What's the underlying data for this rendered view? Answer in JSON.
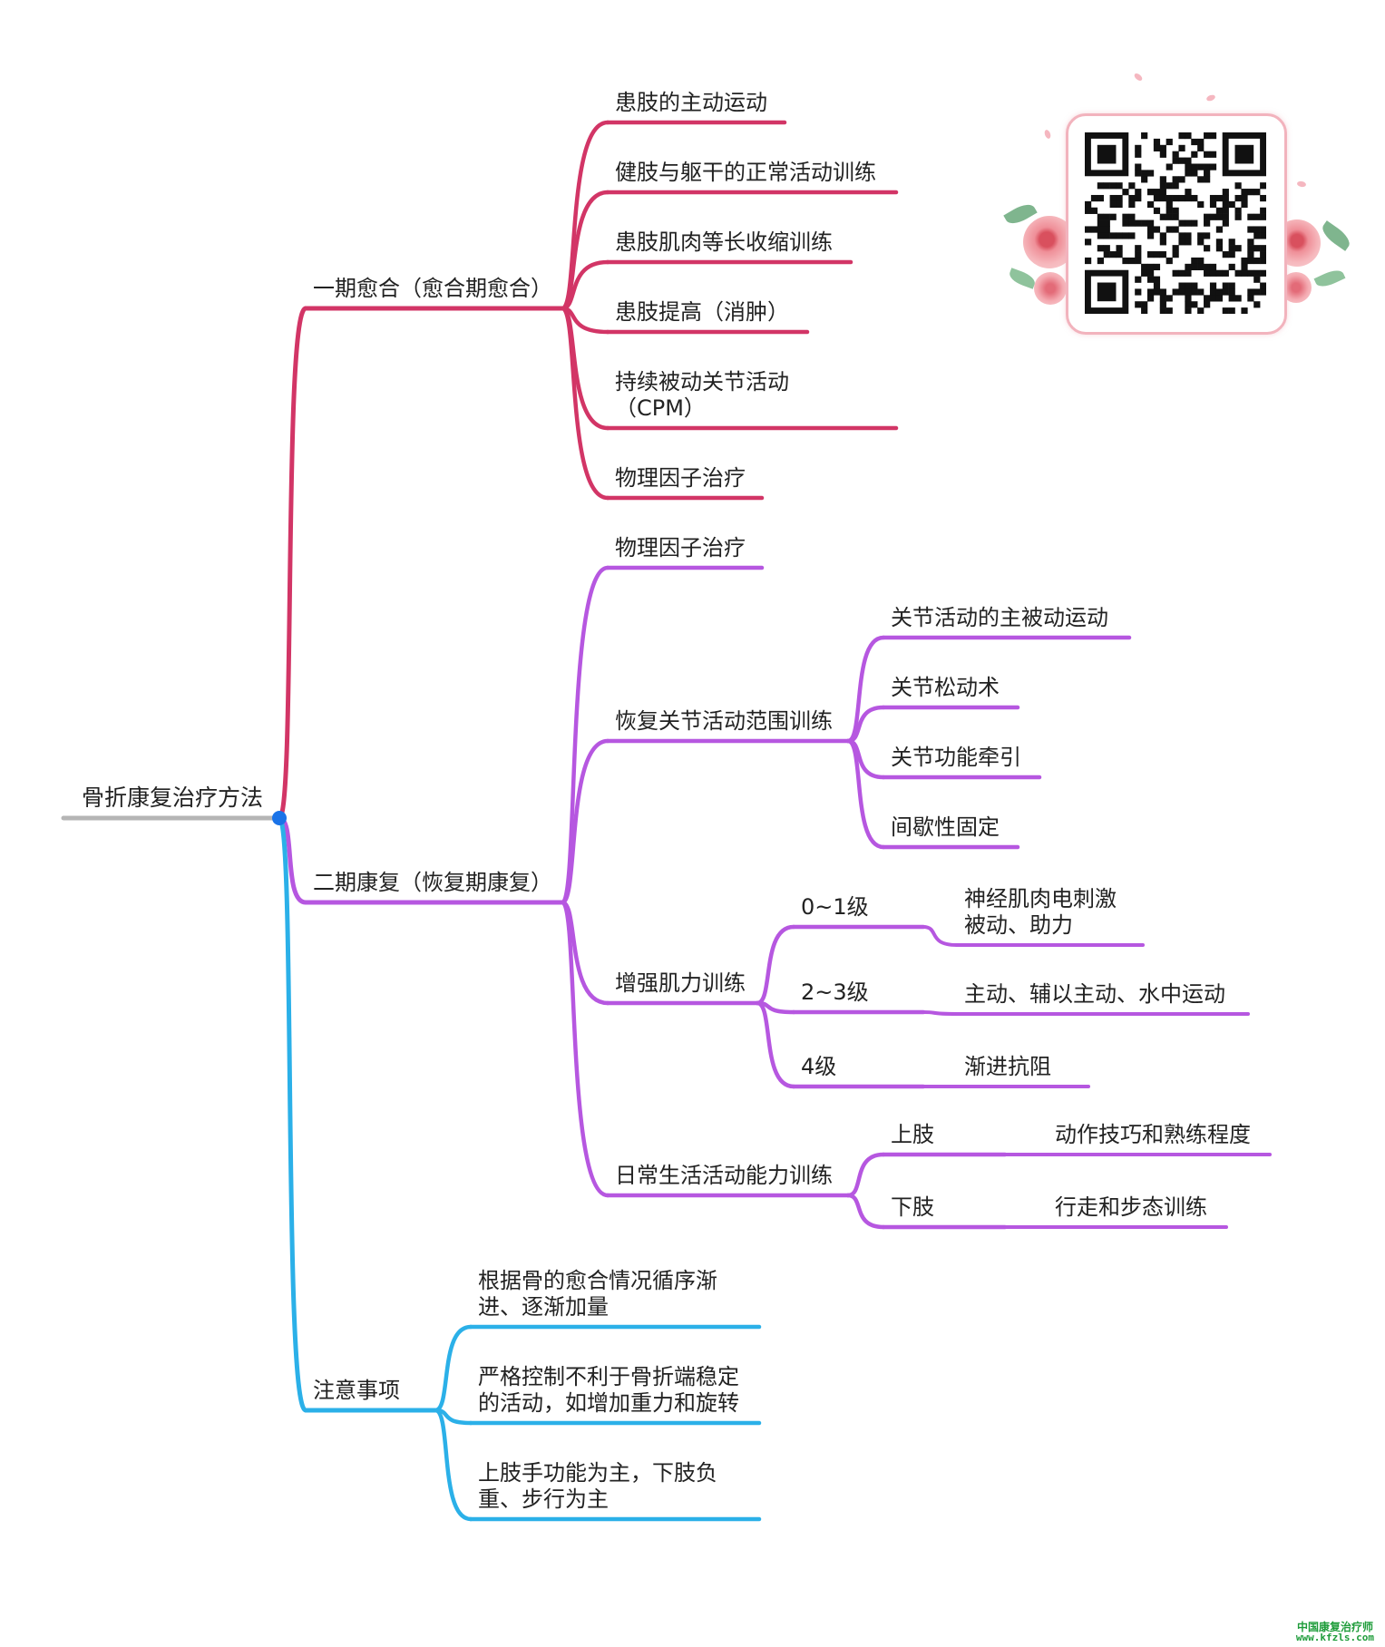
{
  "root": {
    "label": "骨折康复治疗方法",
    "color": "#b5b5b5",
    "dot_color": "#1a73e8"
  },
  "branches": [
    {
      "key": "b1",
      "label": "一期愈合（愈合期愈合）",
      "color": "#d23566",
      "children": [
        {
          "key": "b1c1",
          "lines": [
            "患肢的主动运动"
          ]
        },
        {
          "key": "b1c2",
          "lines": [
            "健肢与躯干的正常活动训练"
          ]
        },
        {
          "key": "b1c3",
          "lines": [
            "患肢肌肉等长收缩训练"
          ]
        },
        {
          "key": "b1c4",
          "lines": [
            "患肢提高（消肿）"
          ]
        },
        {
          "key": "b1c5",
          "lines": [
            "持续被动关节活动",
            "（CPM）"
          ]
        },
        {
          "key": "b1c6",
          "lines": [
            "物理因子治疗"
          ]
        }
      ]
    },
    {
      "key": "b2",
      "label": "二期康复（恢复期康复）",
      "color": "#b657e0",
      "children": [
        {
          "key": "b2c1",
          "lines": [
            "物理因子治疗"
          ]
        },
        {
          "key": "b2c2",
          "lines": [
            "恢复关节活动范围训练"
          ],
          "children": [
            {
              "key": "b2c2a",
              "lines": [
                "关节活动的主被动运动"
              ]
            },
            {
              "key": "b2c2b",
              "lines": [
                "关节松动术"
              ]
            },
            {
              "key": "b2c2c",
              "lines": [
                "关节功能牵引"
              ]
            },
            {
              "key": "b2c2d",
              "lines": [
                "间歇性固定"
              ]
            }
          ]
        },
        {
          "key": "b2c3",
          "lines": [
            "增强肌力训练"
          ],
          "children": [
            {
              "key": "b2c3a",
              "lines": [
                "0~1级"
              ],
              "children": [
                {
                  "key": "b2c3a1",
                  "lines": [
                    "神经肌肉电刺激",
                    "被动、助力"
                  ]
                }
              ]
            },
            {
              "key": "b2c3b",
              "lines": [
                "2~3级"
              ],
              "children": [
                {
                  "key": "b2c3b1",
                  "lines": [
                    "主动、辅以主动、水中运动"
                  ]
                }
              ]
            },
            {
              "key": "b2c3c",
              "lines": [
                "4级"
              ],
              "children": [
                {
                  "key": "b2c3c1",
                  "lines": [
                    "渐进抗阻"
                  ]
                }
              ]
            }
          ]
        },
        {
          "key": "b2c4",
          "lines": [
            "日常生活活动能力训练"
          ],
          "children": [
            {
              "key": "b2c4a",
              "lines": [
                "上肢"
              ],
              "children": [
                {
                  "key": "b2c4a1",
                  "lines": [
                    "动作技巧和熟练程度"
                  ]
                }
              ]
            },
            {
              "key": "b2c4b",
              "lines": [
                "下肢"
              ],
              "children": [
                {
                  "key": "b2c4b1",
                  "lines": [
                    "行走和步态训练"
                  ]
                }
              ]
            }
          ]
        }
      ]
    },
    {
      "key": "b3",
      "label": "注意事项",
      "color": "#2bb0e8",
      "children": [
        {
          "key": "b3c1",
          "lines": [
            "根据骨的愈合情况循序渐",
            "进、逐渐加量"
          ]
        },
        {
          "key": "b3c2",
          "lines": [
            "严格控制不利于骨折端稳定",
            "的活动，如增加重力和旋转"
          ]
        },
        {
          "key": "b3c3",
          "lines": [
            "上肢手功能为主，下肢负",
            "重、步行为主"
          ]
        }
      ]
    }
  ],
  "decorations": {
    "qr_icon": "qr-code-icon",
    "flower_icon": "rose-flower-icon",
    "accent_pink": "#f2b3bd"
  },
  "watermark": {
    "line1": "中国康复治疗师",
    "line2": "www.kfzls.com"
  }
}
